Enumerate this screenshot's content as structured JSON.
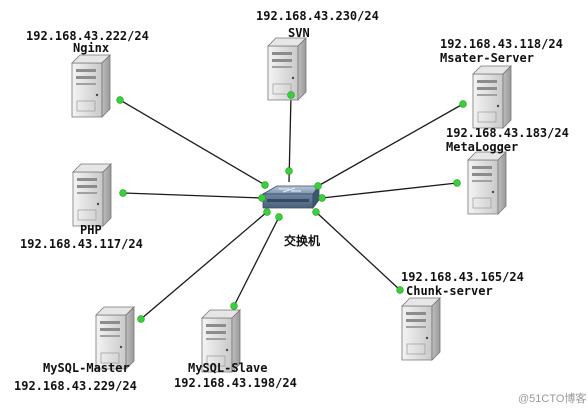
{
  "switch": {
    "label": "交换机"
  },
  "nodes": [
    {
      "id": "nginx",
      "name": "Nginx",
      "ip": "192.168.43.222/24"
    },
    {
      "id": "svn",
      "name": "SVN",
      "ip": "192.168.43.230/24"
    },
    {
      "id": "msater-server",
      "name": "Msater-Server",
      "ip": "192.168.43.118/24"
    },
    {
      "id": "metalogger",
      "name": "MetaLogger",
      "ip": "192.168.43.183/24"
    },
    {
      "id": "php",
      "name": "PHP",
      "ip": "192.168.43.117/24"
    },
    {
      "id": "chunk-server",
      "name": "Chunk-server",
      "ip": "192.168.43.165/24"
    },
    {
      "id": "mysql-slave",
      "name": "MySQL-Slave",
      "ip": "192.168.43.198/24"
    },
    {
      "id": "mysql-master",
      "name": "MySQL-Master",
      "ip": "192.168.43.229/24"
    }
  ],
  "watermark": "@51CTO博客",
  "colors": {
    "link": "#1a1a1a",
    "port": "#39d03a",
    "server_body": "#dcdcdc"
  }
}
